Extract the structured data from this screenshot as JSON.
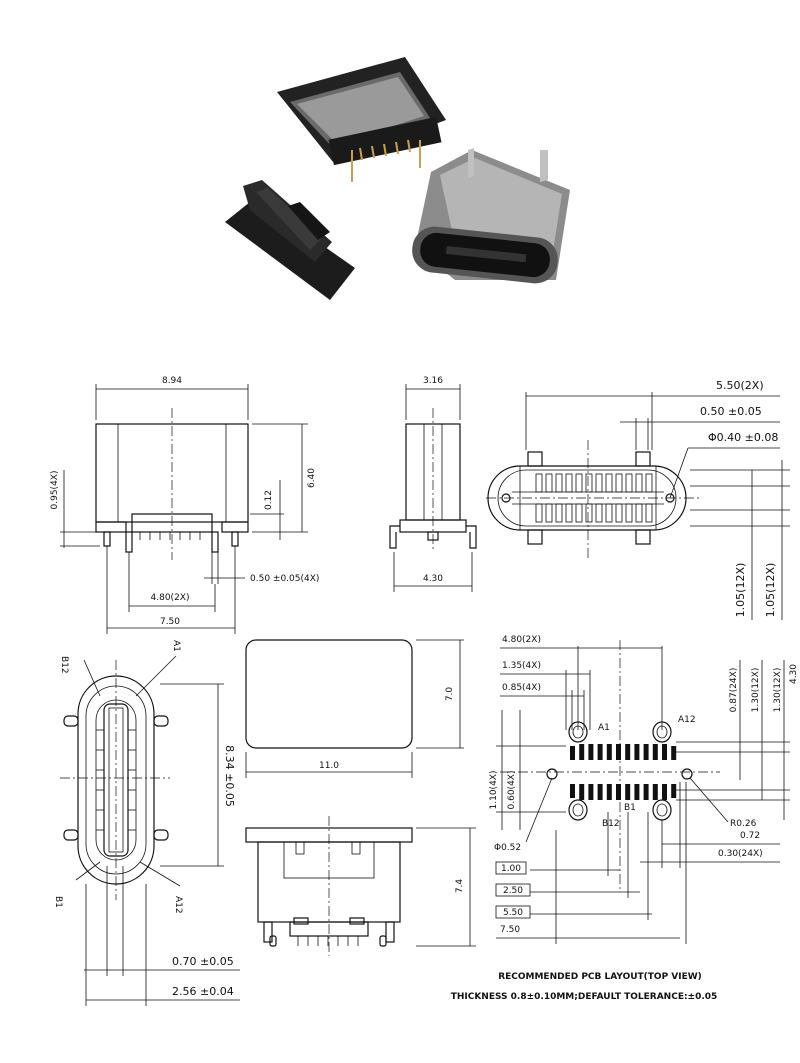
{
  "photo": {
    "description_icon": "usb-c-connector-photo"
  },
  "front_view": {
    "width": "8.94",
    "height": "6.40",
    "side_dim": "0.95(4X)",
    "small_dim": "0.12",
    "pitch": "0.50 ±0.05(4X)",
    "pin_span": "4.80(2X)",
    "overall": "7.50"
  },
  "side_view": {
    "top": "3.16",
    "bottom": "4.30"
  },
  "top_view": {
    "d1": "5.50(2X)",
    "d2": "0.50 ±0.05",
    "d3": "Φ0.40 ±0.08",
    "v1": "1.05(12X)",
    "v2": "1.05(12X)"
  },
  "end_view": {
    "b12": "B12",
    "a1": "A1",
    "b1": "B1",
    "a12": "A12",
    "height": "8.34 ±0.05",
    "d1": "0.70 ±0.05",
    "d2": "2.56 ±0.04"
  },
  "cap_view": {
    "width": "11.0",
    "height": "7.0"
  },
  "bottom_view": {
    "height": "7.4"
  },
  "pcb": {
    "d_480": "4.80(2X)",
    "d_135": "1.35(4X)",
    "d_085": "0.85(4X)",
    "v_087": "0.87(24X)",
    "v_130": "1.30(12X)",
    "v_130b": "1.30(12X)",
    "v_430": "4.30",
    "a1": "A1",
    "a12": "A12",
    "b1": "B1",
    "b12": "B12",
    "v_110": "1.10(4X)",
    "v_060": "0.60(4X)",
    "r026": "R0.26",
    "phi052": "Φ0.52",
    "d_072": "0.72",
    "d_030": "0.30(24X)",
    "box_100": "1.00",
    "box_250": "2.50",
    "box_550": "5.50",
    "d_750": "7.50",
    "caption1": "RECOMMENDED PCB LAYOUT(TOP VIEW)",
    "caption2": "THICKNESS 0.8±0.10MM;DEFAULT TOLERANCE:±0.05"
  }
}
